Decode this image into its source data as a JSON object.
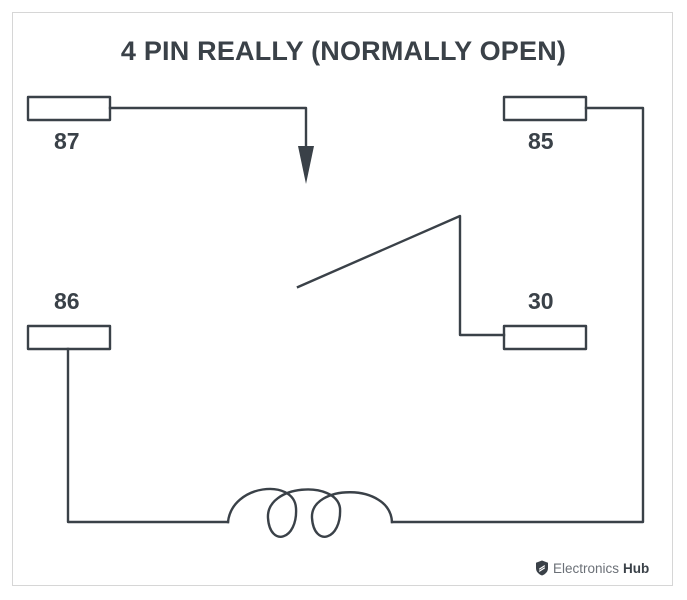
{
  "title": "4 PIN REALLY (NORMALLY OPEN)",
  "pins": {
    "p87": "87",
    "p85": "85",
    "p86": "86",
    "p30": "30"
  },
  "brand": {
    "name": "Electronics",
    "hub": "Hub",
    "icon": "shield-logo-icon"
  },
  "colors": {
    "line": "#3a4148",
    "text": "#3a4148",
    "border": "#d6d6d6"
  }
}
